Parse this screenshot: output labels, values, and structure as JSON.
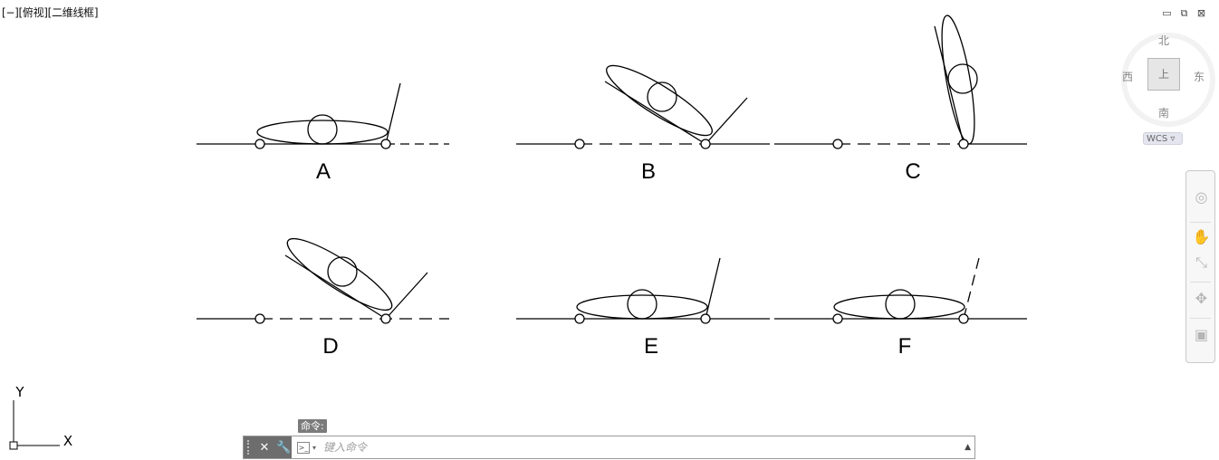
{
  "viewport": {
    "label": "[−][俯视][二维线框]"
  },
  "window_controls": {
    "minimize": "▭",
    "restore": "⧉",
    "close": "⊠"
  },
  "viewcube": {
    "north": "北",
    "south": "南",
    "east": "东",
    "west": "西",
    "top_face": "上",
    "wcs": "WCS ▿"
  },
  "ucs": {
    "x_label": "X",
    "y_label": "Y"
  },
  "command": {
    "tip": "命令:",
    "placeholder": "键入命令",
    "close_glyph": "✕",
    "settings_glyph": "🔧",
    "prompt_glyph": ">_",
    "dropdown_glyph": "▾",
    "history_glyph": "▲"
  },
  "diagrams": [
    {
      "label": "A"
    },
    {
      "label": "B"
    },
    {
      "label": "C"
    },
    {
      "label": "D"
    },
    {
      "label": "E"
    },
    {
      "label": "F"
    }
  ],
  "colors": {
    "line": "#000000",
    "ui_gray": "#6d6d6d"
  }
}
